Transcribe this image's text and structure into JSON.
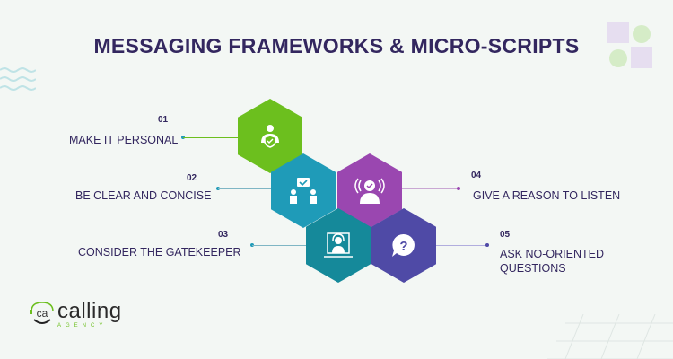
{
  "title": "MESSAGING FRAMEWORKS & MICRO-SCRIPTS",
  "steps": [
    {
      "number": "01",
      "label": "MAKE IT PERSONAL",
      "color": "#6cbf1e",
      "icon": "person-shield-icon"
    },
    {
      "number": "02",
      "label": "BE CLEAR AND CONCISE",
      "color": "#1f9bb8",
      "icon": "conversation-icon"
    },
    {
      "number": "03",
      "label": "CONSIDER THE GATEKEEPER",
      "color": "#15899a",
      "icon": "headset-agent-icon"
    },
    {
      "number": "04",
      "label": "GIVE A REASON TO LISTEN",
      "color": "#9a47b0",
      "icon": "broadcast-person-icon"
    },
    {
      "number": "05",
      "label_line1": "ASK NO-ORIENTED",
      "label_line2": "QUESTIONS",
      "color": "#4f4aa6",
      "icon": "question-bubble-icon"
    }
  ],
  "logo": {
    "text": "calling",
    "subtext": "AGENCY",
    "mark": "ca"
  }
}
